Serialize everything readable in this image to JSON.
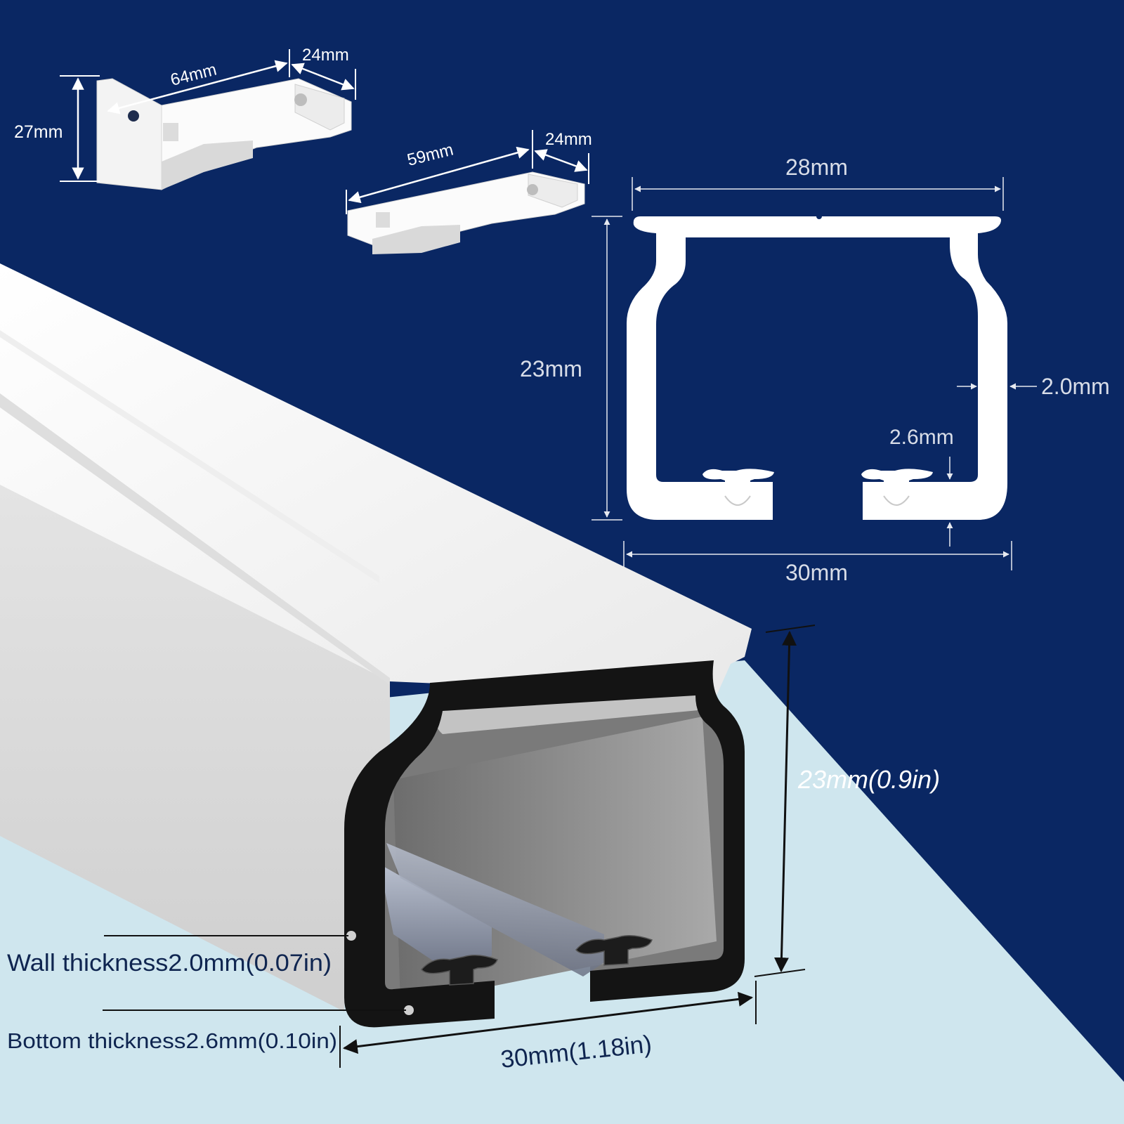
{
  "colors": {
    "background": "#0a2763",
    "floor": "#cfe6ee",
    "rail_white": "#f2f2f2",
    "rail_black": "#141414",
    "text_dark": "#0f2550",
    "text_light": "#ffffff"
  },
  "bracket_large": {
    "height_label": "27mm",
    "length_label": "64mm",
    "depth_label": "24mm"
  },
  "bracket_small": {
    "length_label": "59mm",
    "depth_label": "24mm"
  },
  "cross_section": {
    "top_width_label": "28mm",
    "height_label": "23mm",
    "bottom_width_label": "30mm",
    "wall_label": "2.0mm",
    "bottom_label": "2.6mm"
  },
  "rail_3d": {
    "height_label": "23mm(0.9in)",
    "width_label": "30mm(1.18in)",
    "wall_thickness_label": "Wall thickness2.0mm(0.07in)",
    "bottom_thickness_label": "Bottom thickness2.6mm(0.10in)"
  }
}
